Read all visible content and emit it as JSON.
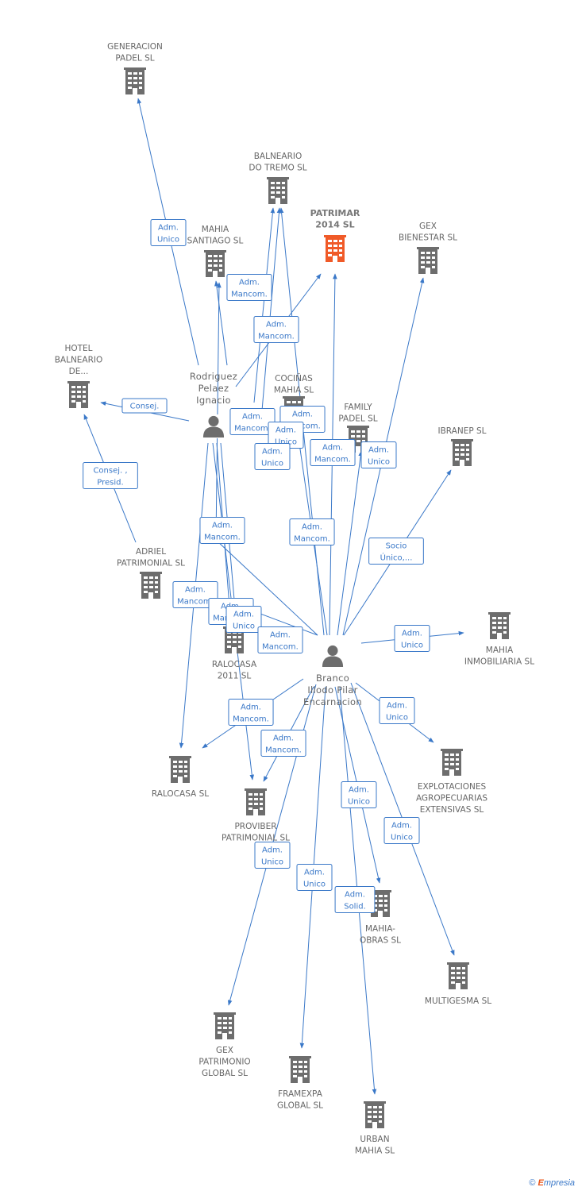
{
  "colors": {
    "edge": "#3a78c8",
    "building": "#6d6d6d",
    "building_highlight": "#f05a28",
    "person": "#6d6d6d"
  },
  "companies": [
    {
      "id": "generacion",
      "lines": [
        "GENERACION",
        "PADEL  SL"
      ]
    },
    {
      "id": "balneario-tremo",
      "lines": [
        "BALNEARIO",
        "DO TREMO SL"
      ]
    },
    {
      "id": "patrimar",
      "lines": [
        "PATRIMAR",
        "2014  SL"
      ],
      "highlight": true
    },
    {
      "id": "mahia-santiago",
      "lines": [
        "MAHIA",
        "SANTIAGO SL"
      ]
    },
    {
      "id": "gex-bienestar",
      "lines": [
        "GEX",
        "BIENESTAR  SL"
      ]
    },
    {
      "id": "hotel-balneario",
      "lines": [
        "HOTEL",
        "BALNEARIO",
        "DE..."
      ]
    },
    {
      "id": "cocinas-mahia",
      "lines": [
        "COCIÑAS",
        "MAHIA SL"
      ]
    },
    {
      "id": "family-padel",
      "lines": [
        "FAMILY",
        "PADEL SL"
      ]
    },
    {
      "id": "ibranep",
      "lines": [
        "IBRANEP SL"
      ]
    },
    {
      "id": "adriel",
      "lines": [
        "ADRIEL",
        "PATRIMONIAL SL"
      ]
    },
    {
      "id": "ralocasa-2011",
      "lines": [
        "RALOCASA",
        "2011 SL"
      ]
    },
    {
      "id": "mahia-inmobiliaria",
      "lines": [
        "MAHIA",
        "INMOBILIARIA SL"
      ]
    },
    {
      "id": "explotaciones",
      "lines": [
        "EXPLOTACIONES",
        "AGROPECUARIAS",
        "EXTENSIVAS SL"
      ]
    },
    {
      "id": "ralocasa",
      "lines": [
        "RALOCASA SL"
      ]
    },
    {
      "id": "proviber",
      "lines": [
        "PROVIBER",
        "PATRIMONIAL SL"
      ]
    },
    {
      "id": "mahia-obras",
      "lines": [
        "MAHIA-",
        "OBRAS SL"
      ]
    },
    {
      "id": "multigesma",
      "lines": [
        "MULTIGESMA SL"
      ]
    },
    {
      "id": "gex-patrimonio",
      "lines": [
        "GEX",
        "PATRIMONIO",
        "GLOBAL SL"
      ]
    },
    {
      "id": "framexpa",
      "lines": [
        "FRAMEXPA",
        "GLOBAL SL"
      ]
    },
    {
      "id": "urban-mahia",
      "lines": [
        "URBAN",
        "MAHIA SL"
      ]
    }
  ],
  "people": [
    {
      "id": "rodriguez",
      "lines": [
        "Rodriguez",
        "Pelaez",
        "Ignacio"
      ]
    },
    {
      "id": "branco",
      "lines": [
        "Branco",
        "Illodo Pilar",
        "Encarnacion"
      ]
    }
  ],
  "edge_labels": [
    {
      "id": "r-generacion",
      "lines": [
        "Adm.",
        "Unico"
      ]
    },
    {
      "id": "r-mahia-santiago",
      "lines": [
        "Adm.",
        "Mancom."
      ]
    },
    {
      "id": "r-patrimar",
      "lines": [
        "Adm.",
        "Mancom."
      ]
    },
    {
      "id": "r-hotel",
      "lines": [
        "Consej."
      ]
    },
    {
      "id": "adriel-hotel",
      "lines": [
        "Consej. ,",
        "Presid."
      ]
    },
    {
      "id": "b-balneario",
      "lines": [
        "Adm.",
        "Mancom."
      ]
    },
    {
      "id": "b-cocinas",
      "lines": [
        "Adm.",
        "Mancom."
      ]
    },
    {
      "id": "b-unico-a",
      "lines": [
        "Adm.",
        "Unico"
      ]
    },
    {
      "id": "b-unico-b",
      "lines": [
        "Adm.",
        "Unico"
      ]
    },
    {
      "id": "b-family",
      "lines": [
        "Adm.",
        "Mancom."
      ]
    },
    {
      "id": "b-gex-bienestar",
      "lines": [
        "Adm.",
        "Unico"
      ]
    },
    {
      "id": "b-ibranep",
      "lines": [
        "Socio",
        "Único,..."
      ]
    },
    {
      "id": "r-ralocasa-a",
      "lines": [
        "Adm.",
        "Mancom."
      ]
    },
    {
      "id": "b-cocinas-2",
      "lines": [
        "Adm.",
        "Mancom."
      ]
    },
    {
      "id": "r-adriel",
      "lines": [
        "Adm.",
        "Mancom."
      ]
    },
    {
      "id": "r-ralocasa2011-a",
      "lines": [
        "Adm.",
        "Mancom."
      ]
    },
    {
      "id": "r-ralocasa2011-b",
      "lines": [
        "Adm.",
        "Unico"
      ]
    },
    {
      "id": "b-ralocasa2011",
      "lines": [
        "Adm.",
        "Mancom."
      ]
    },
    {
      "id": "b-mahia-inmob",
      "lines": [
        "Adm.",
        "Unico"
      ]
    },
    {
      "id": "b-ralocasa",
      "lines": [
        "Adm.",
        "Mancom."
      ]
    },
    {
      "id": "b-proviber",
      "lines": [
        "Adm.",
        "Mancom."
      ]
    },
    {
      "id": "b-explotaciones",
      "lines": [
        "Adm.",
        "Unico"
      ]
    },
    {
      "id": "b-mahia-obras",
      "lines": [
        "Adm.",
        "Unico"
      ]
    },
    {
      "id": "b-multigesma",
      "lines": [
        "Adm.",
        "Unico"
      ]
    },
    {
      "id": "b-gex-patrimonio",
      "lines": [
        "Adm.",
        "Unico"
      ]
    },
    {
      "id": "b-framexpa",
      "lines": [
        "Adm.",
        "Unico"
      ]
    },
    {
      "id": "b-urban",
      "lines": [
        "Adm.",
        "Solid."
      ]
    }
  ],
  "footer": {
    "copyright": "©",
    "brand_first": "E",
    "brand_rest": "mpresia"
  }
}
